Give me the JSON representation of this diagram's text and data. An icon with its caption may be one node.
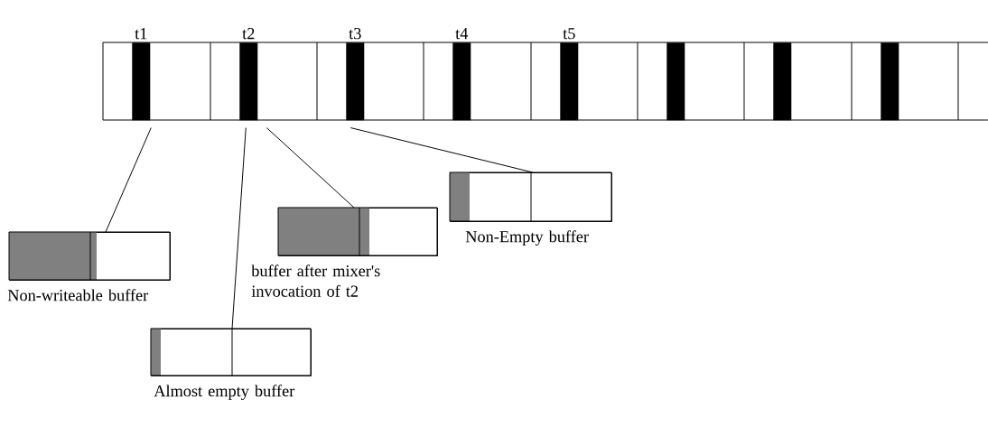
{
  "diagram": {
    "nodes": [
      {
        "text": [
          "t1"
        ]
      },
      {
        "text": [
          "t2"
        ]
      },
      {
        "text": [
          "t3"
        ]
      },
      {
        "text": [
          "t4"
        ]
      },
      {
        "text": [
          "t5"
        ]
      },
      {
        "text": [],
        "shape": "bar"
      },
      {
        "text": [],
        "shape": "bar"
      },
      {
        "text": [],
        "shape": "bar"
      },
      {
        "text": [
          "Non-writeable buffer"
        ]
      },
      {
        "text": [
          "Almost empty buffer"
        ]
      },
      {
        "text": [
          "buffer after mixer's invocation of t2"
        ]
      },
      {
        "text": [
          "Non-Empty buffer"
        ]
      }
    ],
    "edges": [
      {
        "from": 0,
        "to": 8,
        "arrow": "none"
      },
      {
        "from": 1,
        "to": 9,
        "arrow": "none"
      },
      {
        "from": 1,
        "to": 10,
        "arrow": "none"
      },
      {
        "from": 2,
        "to": 11,
        "arrow": "none"
      }
    ]
  }
}
